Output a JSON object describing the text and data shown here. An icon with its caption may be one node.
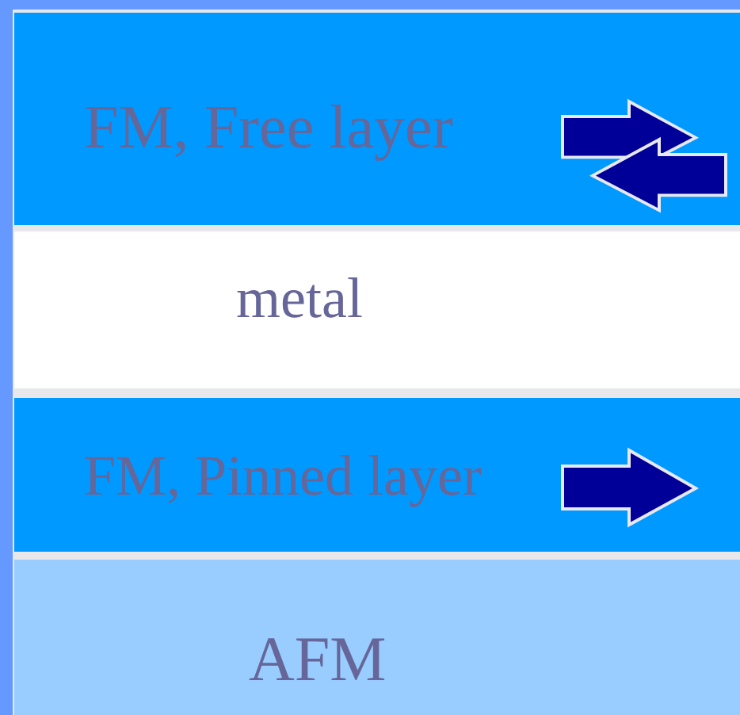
{
  "diagram": {
    "nodes": [
      {
        "text": [
          "FM, Free layer"
        ]
      },
      {
        "text": [
          "metal"
        ]
      },
      {
        "text": [
          "FM, Pinned layer"
        ]
      },
      {
        "text": [
          "AFM"
        ]
      }
    ]
  }
}
